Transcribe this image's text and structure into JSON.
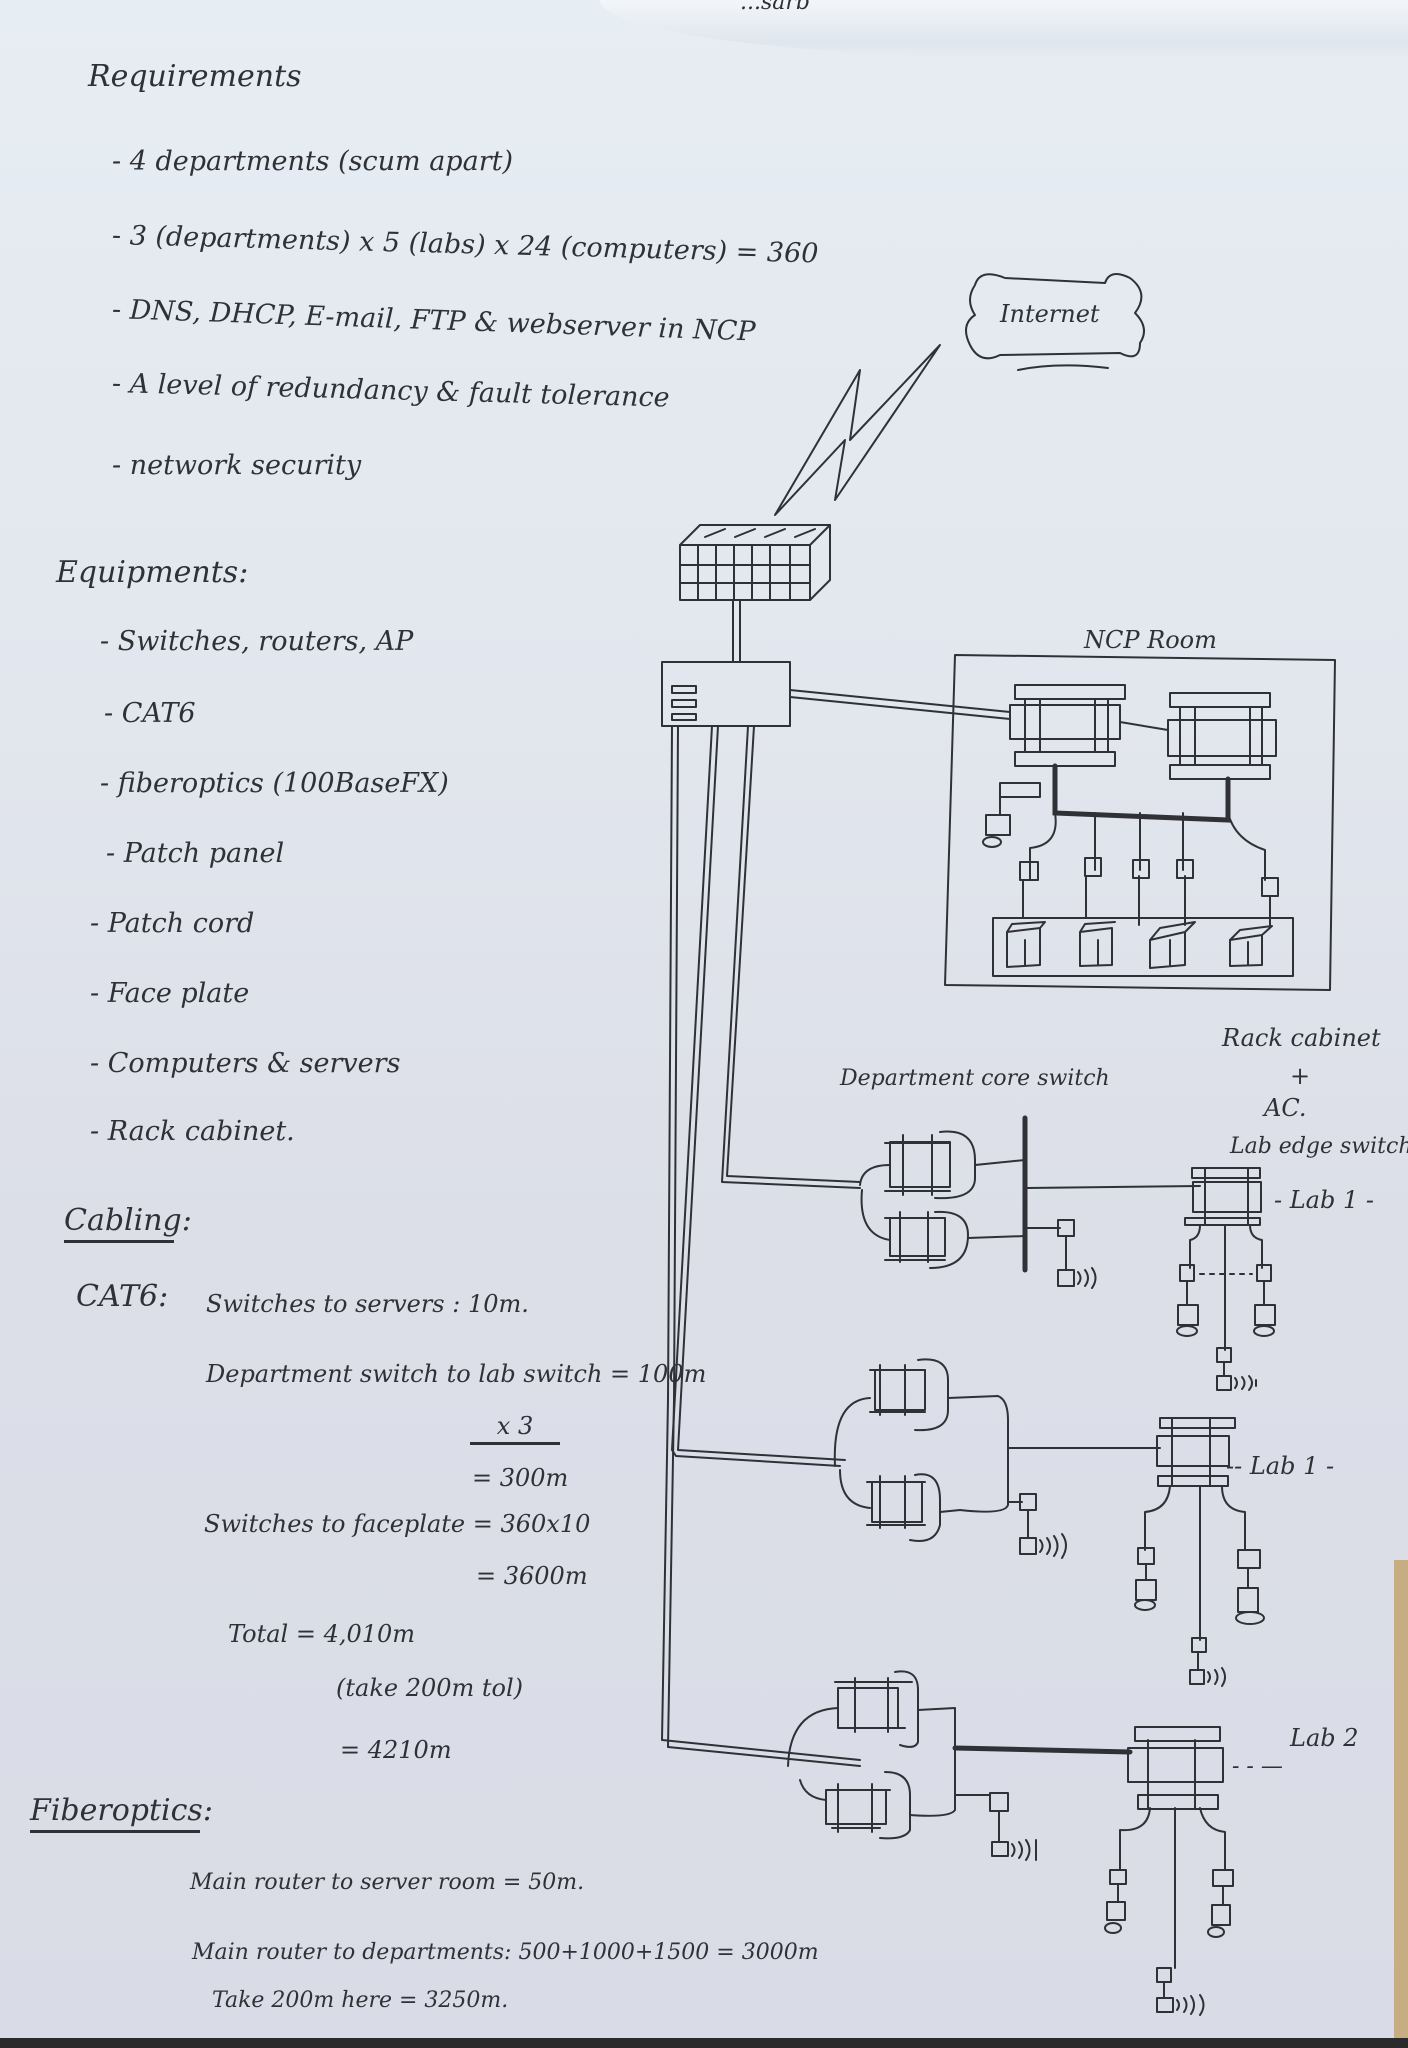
{
  "top_scrap": "...sarb",
  "requirements": {
    "heading": "Requirements",
    "items": [
      "- 4 departments (scum apart)",
      "- 3 (departments) x 5 (labs) x 24 (computers) = 360",
      "- DNS, DHCP, E-mail, FTP & webserver in NCP",
      "- A level of redundancy & fault tolerance",
      "- network security"
    ]
  },
  "equipments": {
    "heading": "Equipments:",
    "items": [
      "- Switches, routers, AP",
      "- CAT6",
      "- fiberoptics (100BaseFX)",
      "- Patch panel",
      "- Patch cord",
      "- Face plate",
      "- Computers & servers",
      "- Rack cabinet."
    ]
  },
  "cabling": {
    "heading": "Cabling:",
    "cat6": {
      "label": "CAT6:",
      "lines": [
        "Switches to servers : 10m.",
        "Department switch to lab switch = 100m",
        "x 3",
        "= 300m",
        "Switches to faceplate = 360x10",
        "= 3600m",
        "Total = 4,010m",
        "(take 200m tol)",
        "= 4210m"
      ]
    },
    "fiber": {
      "heading": "Fiberoptics:",
      "lines": [
        "Main router to server room = 50m.",
        "Main router to departments: 500+1000+1500 = 3000m",
        "Take 200m here = 3250m."
      ]
    }
  },
  "diagram": {
    "internet_label": "Internet",
    "ncp_room_label": "NCP Room",
    "dept_core_label": "Department core switch",
    "rack_label": "Rack cabinet",
    "plus": "+",
    "ac_label": "AC.",
    "lab_edge_label": "Lab edge switch",
    "labs": [
      "- Lab 1 -",
      "-- Lab 1 -",
      "Lab 2"
    ],
    "lab_dash": "- - —",
    "icons": [
      "cloud-icon",
      "lightning-link-icon",
      "firewall-icon",
      "router-icon",
      "switch-icon",
      "server-icon",
      "computer-icon",
      "access-point-icon"
    ]
  }
}
